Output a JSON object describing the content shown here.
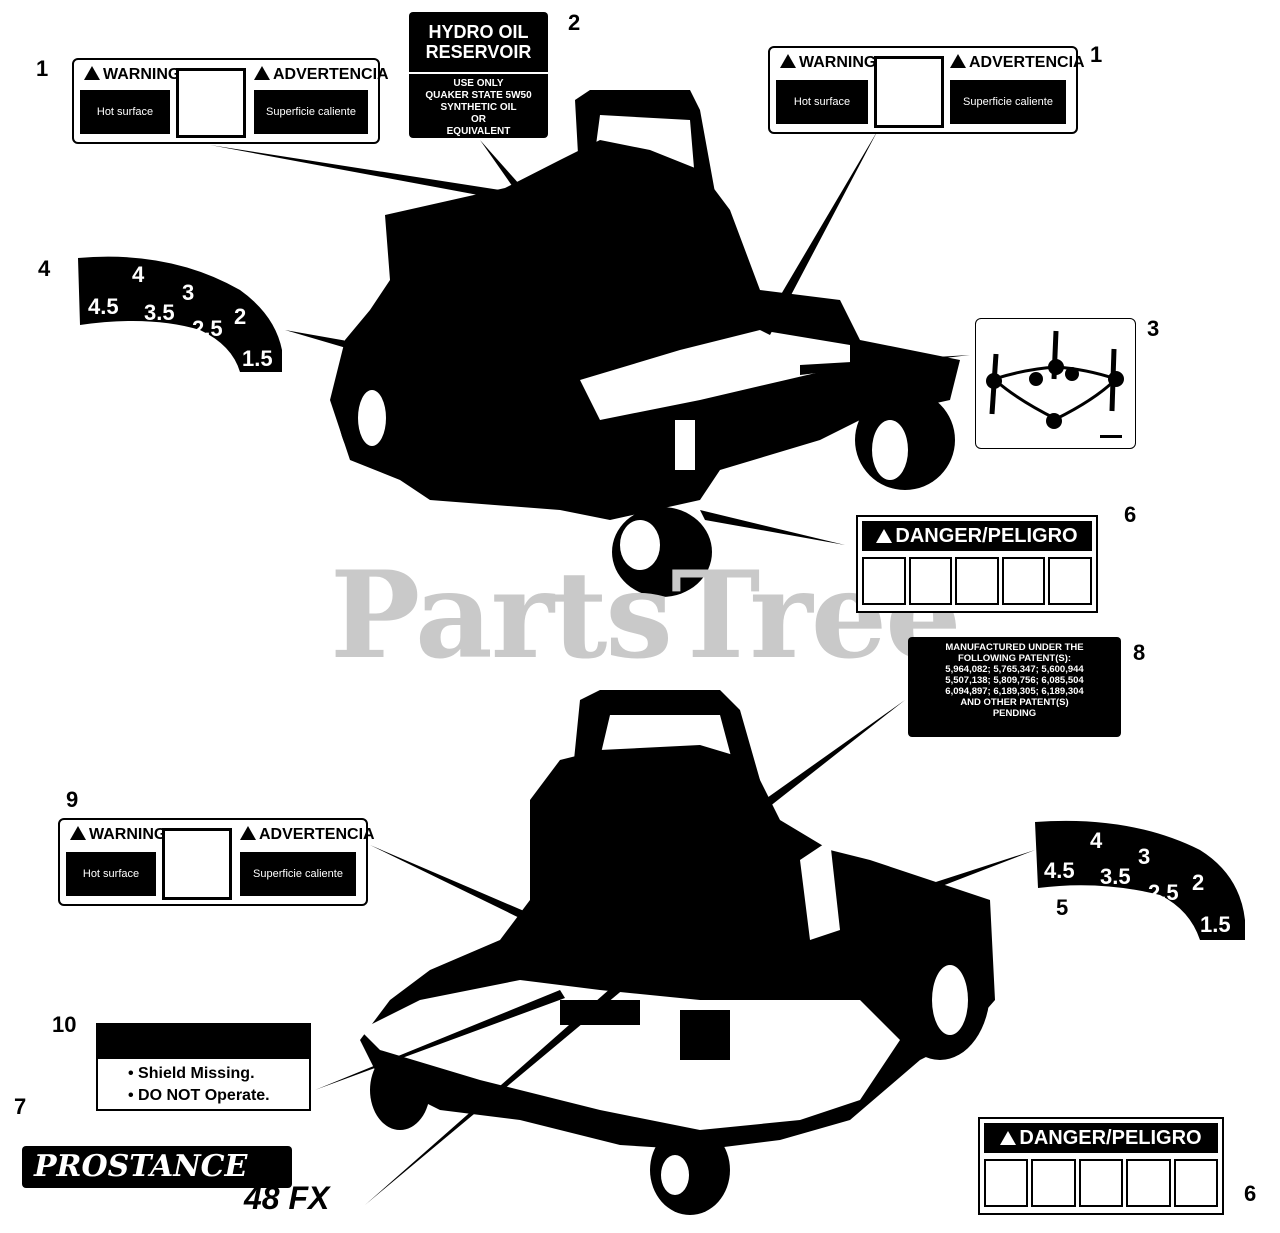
{
  "watermark": "PartsTree",
  "callouts": [
    "1",
    "2",
    "1",
    "4",
    "3",
    "6",
    "8",
    "9",
    "5",
    "10",
    "7",
    "6"
  ],
  "warning_label": {
    "warning": "WARNING",
    "advertencia": "ADVERTENCIA",
    "hot_surface": "Hot surface",
    "superficie": "Superficie caliente"
  },
  "hydro_label": {
    "title_1": "HYDRO OIL",
    "title_2": "RESERVOIR",
    "line_1": "USE ONLY",
    "line_2": "QUAKER STATE 5W50",
    "line_3": "SYNTHETIC OIL",
    "line_4": "OR",
    "line_5": "EQUIVALENT"
  },
  "speed_decal": [
    "4",
    "4.5",
    "3.5",
    "3",
    "2.5",
    "2",
    "1.5"
  ],
  "danger_label": {
    "title": "DANGER/PELIGRO"
  },
  "patent_label": {
    "l1": "MANUFACTURED UNDER THE",
    "l2": "FOLLOWING PATENT(S):",
    "l3": "5,964,082; 5,765,347; 5,600,944",
    "l4": "5,507,138; 5,809,756; 6,085,504",
    "l5": "6,094,897; 6,189,305; 6,189,304",
    "l6": "AND OTHER PATENT(S)",
    "l7": "PENDING"
  },
  "shield_label": {
    "l1": "• Shield Missing.",
    "l2": "• DO NOT Operate."
  },
  "logo": {
    "name": "PROSTANCE",
    "model": "48 FX"
  }
}
